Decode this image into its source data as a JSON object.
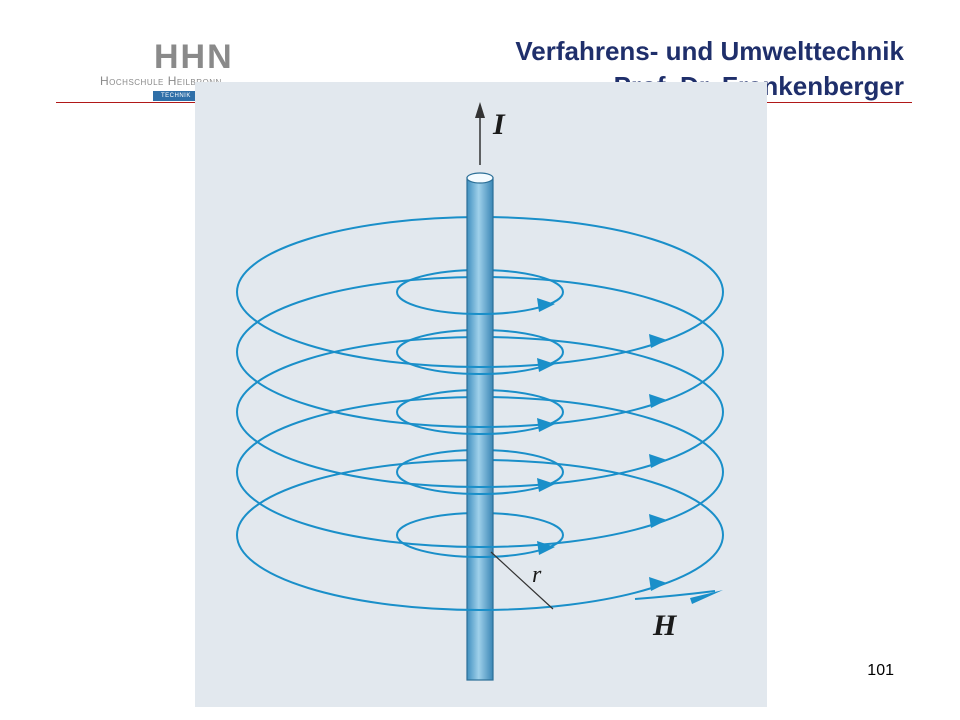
{
  "header": {
    "title_line1": "Verfahrens- und Umwelttechnik",
    "title_line2": "Prof. Dr. Frankenberger"
  },
  "logo": {
    "mark": "HHN",
    "school": "Hochschule Heilbronn",
    "tag": "TECHNIK"
  },
  "figure": {
    "current_label": "I",
    "radius_label": "r",
    "field_label": "H",
    "line_color": "#1a8fc9",
    "conductor_color": "#6aaed0",
    "background_color": "#e2e8ee"
  },
  "footer": {
    "page_number": "101"
  }
}
